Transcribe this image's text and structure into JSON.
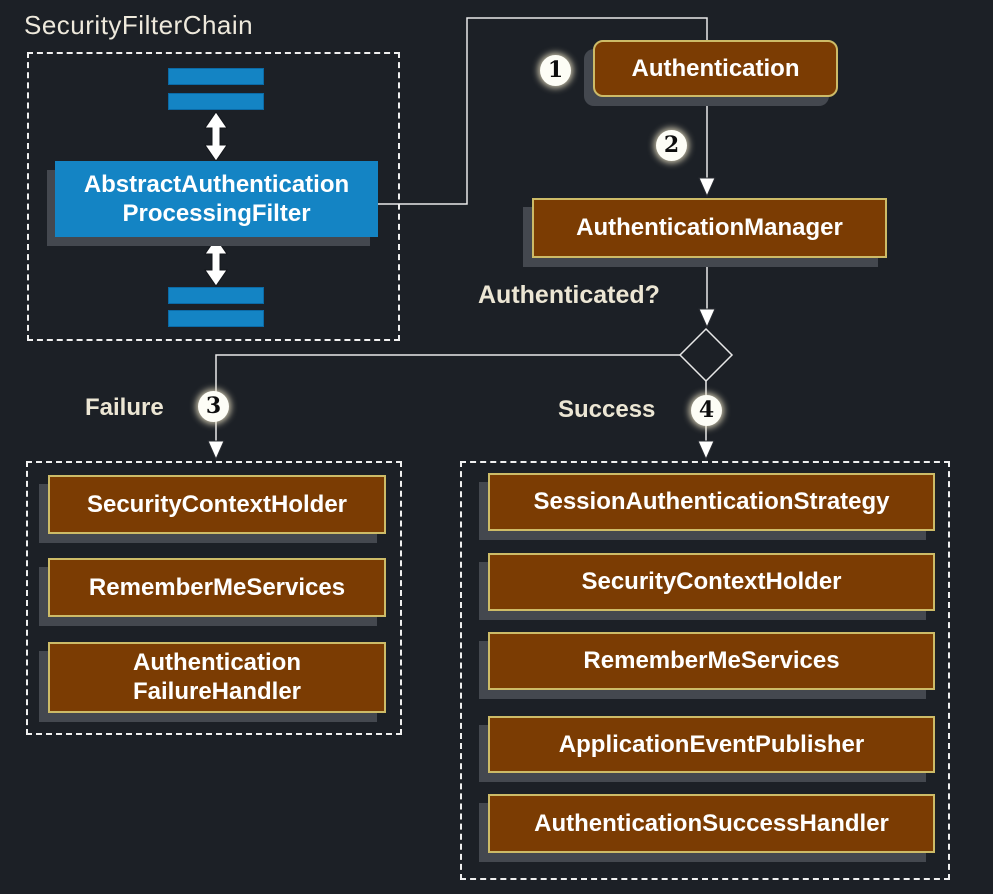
{
  "colors": {
    "background": "#1c2026",
    "filter_blue": "#1484c4",
    "component_brown": "#7b3c03",
    "component_border_gold": "#cdbb67",
    "connector_line": "#e8e8e8",
    "label_cream": "#ece6d4",
    "shadow_gray": "#44484f"
  },
  "filter_chain": {
    "title": "SecurityFilterChain",
    "filter_line1": "AbstractAuthentication",
    "filter_line2": "ProcessingFilter"
  },
  "flow": {
    "step_1": "1",
    "step_2": "2",
    "step_3": "3",
    "step_4": "4",
    "authentication": "Authentication",
    "authentication_manager": "AuthenticationManager",
    "authenticated_question": "Authenticated?",
    "failure": "Failure",
    "success": "Success"
  },
  "failure_branch": {
    "item_1": "SecurityContextHolder",
    "item_2": "RememberMeServices",
    "item_3_line1": "Authentication",
    "item_3_line2": "FailureHandler"
  },
  "success_branch": {
    "item_1": "SessionAuthenticationStrategy",
    "item_2": "SecurityContextHolder",
    "item_3": "RememberMeServices",
    "item_4": "ApplicationEventPublisher",
    "item_5": "AuthenticationSuccessHandler"
  }
}
